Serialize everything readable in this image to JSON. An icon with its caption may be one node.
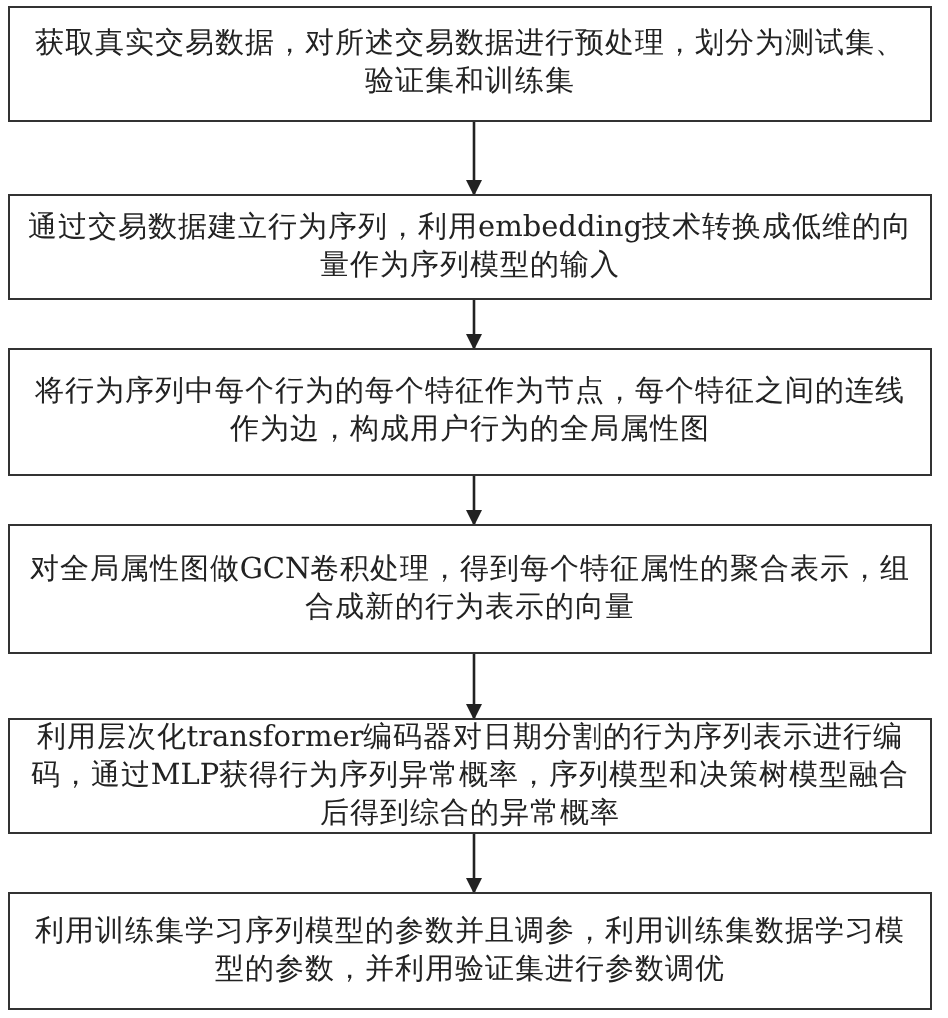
{
  "diagram": {
    "nodes": [
      {
        "text": [
          "获取真实交易数据，对所述交易数据进行预处理，划分为测试集、验证集和训练集"
        ]
      },
      {
        "text": [
          "通过交易数据建立行为序列，利用embedding技术转换成低维的向量作为序列模型的输入"
        ]
      },
      {
        "text": [
          "将行为序列中每个行为的每个特征作为节点，每个特征之间的连线作为边，构成用户行为的全局属性图"
        ]
      },
      {
        "text": [
          "对全局属性图做GCN卷积处理，得到每个特征属性的聚合表示，组合成新的行为表示的向量"
        ]
      },
      {
        "text": [
          "利用层次化transformer编码器对日期分割的行为序列表示进行编码，通过MLP获得行为序列异常概率，序列模型和决策树模型融合后得到综合的异常概率"
        ]
      },
      {
        "text": [
          "利用训练集学习序列模型的参数并且调参，利用训练集数据学习模型的参数，并利用验证集进行参数调优"
        ]
      }
    ],
    "edges": [
      {
        "from": 0,
        "to": 1,
        "arrow": "to"
      },
      {
        "from": 1,
        "to": 2,
        "arrow": "to"
      },
      {
        "from": 2,
        "to": 3,
        "arrow": "to"
      },
      {
        "from": 3,
        "to": 4,
        "arrow": "to"
      },
      {
        "from": 4,
        "to": 5,
        "arrow": "to"
      }
    ]
  }
}
